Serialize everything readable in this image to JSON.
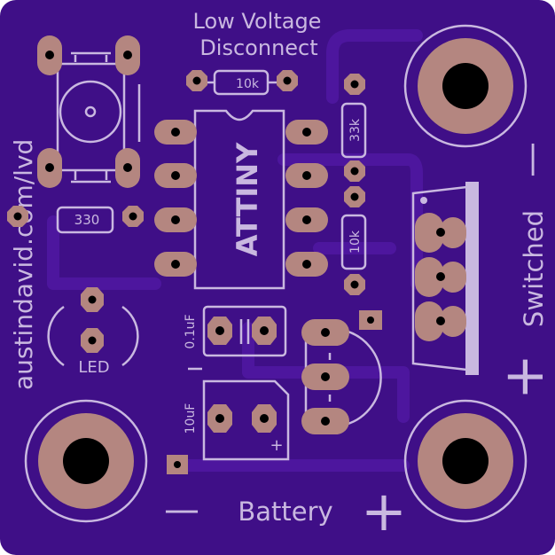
{
  "board": {
    "background": "#ffffff",
    "pcb_color": "#3f0f87",
    "silkscreen_color": "#c9b8e0",
    "copper_color": "#b48680"
  },
  "title_line1": "Low Voltage",
  "title_line2": "Disconnect",
  "url": "austindavid.com/lvd",
  "r1_label": "10k",
  "r2_label": "33k",
  "r3_label": "10k",
  "r4_label": "330",
  "ic_label": "ATTINY",
  "c1_label": "0.1uF",
  "c2_label": "10uF",
  "c2_polarity": "+",
  "led_label": "LED",
  "battery_label": "Battery",
  "battery_minus": "—",
  "battery_plus": "+",
  "switched_label": "Switched",
  "switched_minus": "—",
  "switched_plus": "+"
}
